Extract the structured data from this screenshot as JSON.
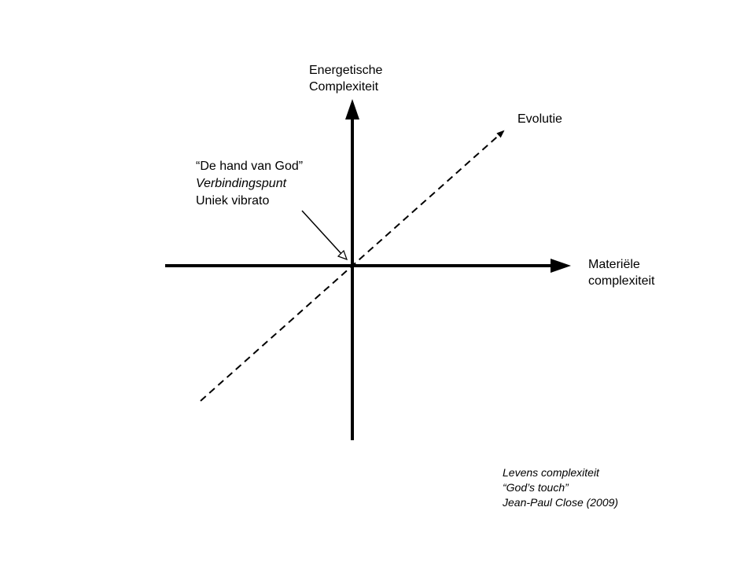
{
  "y_axis_label": [
    "Energetische",
    "Complexiteit"
  ],
  "x_axis_label": [
    "Materiële",
    "complexiteit"
  ],
  "diagonal_label": "Evolutie",
  "origin_annotation": [
    "“De hand van God”",
    "Verbindingspunt",
    "Uniek vibrato"
  ],
  "caption": [
    "Levens complexiteit",
    "“God’s touch”",
    "Jean-Paul Close (2009)"
  ]
}
